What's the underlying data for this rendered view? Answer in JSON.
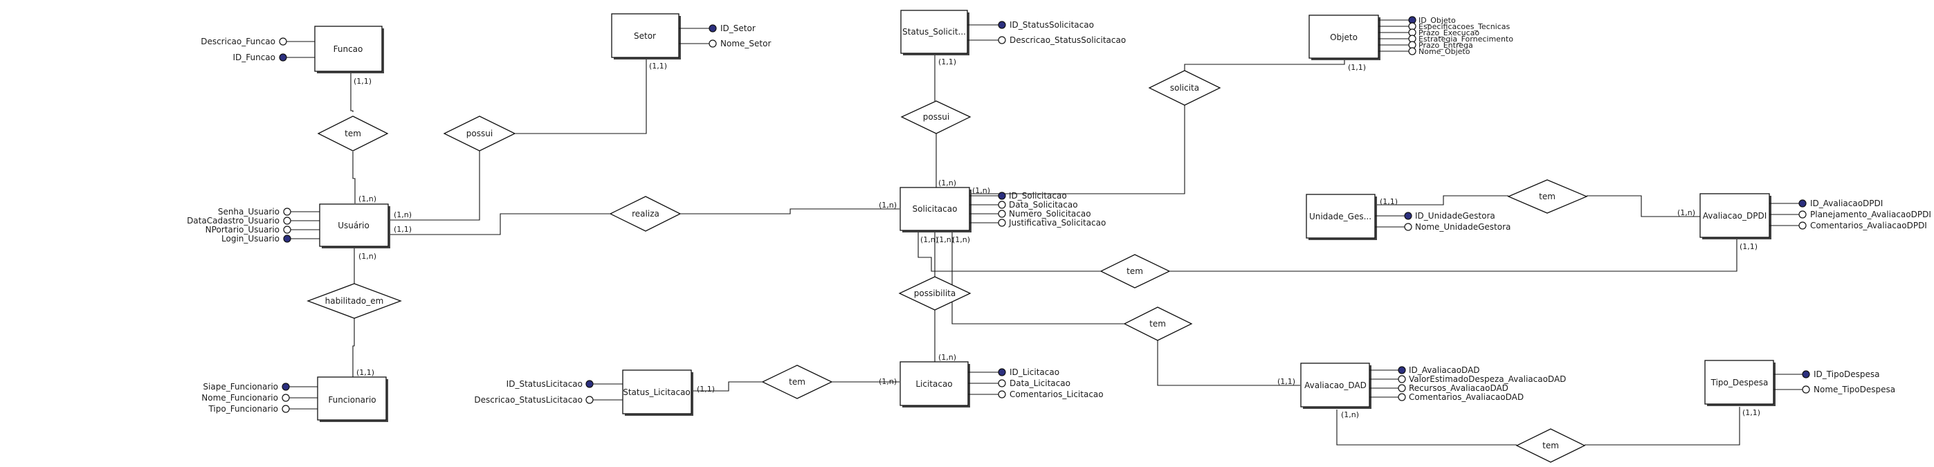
{
  "colors": {
    "key_attribute": "#2b2f7e",
    "line": "#111111",
    "background": "#ffffff"
  },
  "entities": {
    "funcao": "Funcao",
    "setor": "Setor",
    "status_solicitacao": "Status_Solicit...",
    "objeto": "Objeto",
    "usuario": "Usuário",
    "solicitacao": "Solicitacao",
    "unidade_gestora": "Unidade_Ges...",
    "avaliacao_dpdi": "Avaliacao_DPDI",
    "funcionario": "Funcionario",
    "status_licitacao": "Status_Licitacao",
    "licitacao": "Licitacao",
    "avaliacao_dad": "Avaliacao_DAD",
    "tipo_despesa": "Tipo_Despesa"
  },
  "relationships": {
    "tem_funcao": "tem",
    "possui_setor": "possui",
    "possui_status": "possui",
    "solicita": "solicita",
    "realiza": "realiza",
    "tem_gestora": "tem",
    "tem_dpdi": "tem",
    "habilitado_em": "habilitado_em",
    "possibilita": "possibilita",
    "tem_dad": "tem",
    "tem_licitacao": "tem",
    "tem_despesa": "tem"
  },
  "attributes": {
    "funcao": [
      {
        "label": "Descricao_Funcao",
        "key": false
      },
      {
        "label": "ID_Funcao",
        "key": true
      }
    ],
    "setor": [
      {
        "label": "ID_Setor",
        "key": true
      },
      {
        "label": "Nome_Setor",
        "key": false
      }
    ],
    "status_solicitacao": [
      {
        "label": "ID_StatusSolicitacao",
        "key": true
      },
      {
        "label": "Descricao_StatusSolicitacao",
        "key": false
      }
    ],
    "objeto": [
      {
        "label": "ID_Objeto",
        "key": true
      },
      {
        "label": "Especificacoes_Tecnicas",
        "key": false
      },
      {
        "label": "Prazo_Execucao",
        "key": false
      },
      {
        "label": "Estrategia_Fornecimento",
        "key": false
      },
      {
        "label": "Prazo_Entrega",
        "key": false
      },
      {
        "label": "Nome_Objeto",
        "key": false
      }
    ],
    "usuario": [
      {
        "label": "Senha_Usuario",
        "key": false
      },
      {
        "label": "DataCadastro_Usuario",
        "key": false
      },
      {
        "label": "NPortario_Usuario",
        "key": false
      },
      {
        "label": "Login_Usuario",
        "key": true
      }
    ],
    "solicitacao": [
      {
        "label": "ID_Solicitacao",
        "key": true
      },
      {
        "label": "Data_Solicitacao",
        "key": false
      },
      {
        "label": "Numero_Solicitacao",
        "key": false
      },
      {
        "label": "Justificativa_Solicitacao",
        "key": false
      }
    ],
    "unidade_gestora": [
      {
        "label": "ID_UnidadeGestora",
        "key": true
      },
      {
        "label": "Nome_UnidadeGestora",
        "key": false
      }
    ],
    "avaliacao_dpdi": [
      {
        "label": "ID_AvaliacaoDPDI",
        "key": true
      },
      {
        "label": "Planejamento_AvaliacaoDPDI",
        "key": false
      },
      {
        "label": "Comentarios_AvaliacaoDPDI",
        "key": false
      }
    ],
    "funcionario": [
      {
        "label": "Siape_Funcionario",
        "key": true
      },
      {
        "label": "Nome_Funcionario",
        "key": false
      },
      {
        "label": "Tipo_Funcionario",
        "key": false
      }
    ],
    "status_licitacao": [
      {
        "label": "ID_StatusLicitacao",
        "key": true
      },
      {
        "label": "Descricao_StatusLicitacao",
        "key": false
      }
    ],
    "licitacao": [
      {
        "label": "ID_Licitacao",
        "key": true
      },
      {
        "label": "Data_Licitacao",
        "key": false
      },
      {
        "label": "Comentarios_Licitacao",
        "key": false
      }
    ],
    "avaliacao_dad": [
      {
        "label": "ID_AvaliacaoDAD",
        "key": true
      },
      {
        "label": "ValorEstimadoDespeza_AvaliacaoDAD",
        "key": false
      },
      {
        "label": "Recursos_AvaliacaoDAD",
        "key": false
      },
      {
        "label": "Comentarios_AvaliacaoDAD",
        "key": false
      }
    ],
    "tipo_despesa": [
      {
        "label": "ID_TipoDespesa",
        "key": true
      },
      {
        "label": "Nome_TipoDespesa",
        "key": false
      }
    ]
  },
  "cardinalities": {
    "funcao_tem": "(1,1)",
    "usuario_tem": "(1,n)",
    "setor_possui": "(1,1)",
    "usuario_possui": "(1,n)",
    "usuario_realiza": "(1,1)",
    "solicitacao_realiza": "(1,n)",
    "status_possui": "(1,1)",
    "solicitacao_possui": "(1,n)",
    "objeto_solicita": "(1,1)",
    "solicitacao_solicita": "(1,n)",
    "usuario_habilitado": "(1,n)",
    "funcionario_habilitado": "(1,1)",
    "solicitacao_possibilita_1": "(1,n)",
    "solicitacao_possibilita_2": "(1,n)",
    "solicitacao_possibilita_3": "(1,n)",
    "licitacao_possibilita": "(1,n)",
    "gestora_tem": "(1,1)",
    "dpdi_tem": "(1,n)",
    "dpdi_tem_solic": "(1,1)",
    "status_lic_tem": "(1,1)",
    "licitacao_tem": "(1,n)",
    "dad_tem_solic": "(1,1)",
    "dad_tem_despesa": "(1,n)",
    "despesa_tem": "(1,1)"
  }
}
